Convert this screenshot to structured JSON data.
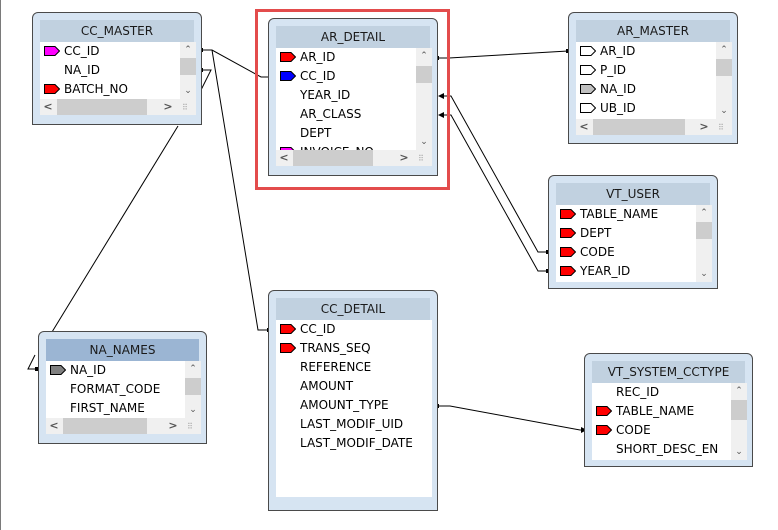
{
  "tables": {
    "cc_master": {
      "title": "CC_MASTER",
      "columns": [
        {
          "name": "CC_ID",
          "key": "primary-magenta"
        },
        {
          "name": "NA_ID",
          "key": "none"
        },
        {
          "name": "BATCH_NO",
          "key": "primary-red"
        }
      ]
    },
    "ar_detail": {
      "title": "AR_DETAIL",
      "selected": true,
      "columns": [
        {
          "name": "AR_ID",
          "key": "primary-red"
        },
        {
          "name": "CC_ID",
          "key": "foreign-blue"
        },
        {
          "name": "YEAR_ID",
          "key": "none"
        },
        {
          "name": "AR_CLASS",
          "key": "none"
        },
        {
          "name": "DEPT",
          "key": "none"
        },
        {
          "name": "INVOICE_NO",
          "key": "primary-magenta"
        }
      ]
    },
    "ar_master": {
      "title": "AR_MASTER",
      "columns": [
        {
          "name": "AR_ID",
          "key": "outline-white"
        },
        {
          "name": "P_ID",
          "key": "outline-white"
        },
        {
          "name": "NA_ID",
          "key": "outline-gray"
        },
        {
          "name": "UB_ID",
          "key": "outline-white"
        }
      ]
    },
    "vt_user": {
      "title": "VT_USER",
      "columns": [
        {
          "name": "TABLE_NAME",
          "key": "primary-red"
        },
        {
          "name": "DEPT",
          "key": "primary-red"
        },
        {
          "name": "CODE",
          "key": "primary-red"
        },
        {
          "name": "YEAR_ID",
          "key": "primary-red"
        }
      ]
    },
    "na_names": {
      "title": "NA_NAMES",
      "columns": [
        {
          "name": "NA_ID",
          "key": "dark-gray"
        },
        {
          "name": "FORMAT_CODE",
          "key": "none"
        },
        {
          "name": "FIRST_NAME",
          "key": "none"
        }
      ]
    },
    "cc_detail": {
      "title": "CC_DETAIL",
      "columns": [
        {
          "name": "CC_ID",
          "key": "primary-red"
        },
        {
          "name": "TRANS_SEQ",
          "key": "primary-red"
        },
        {
          "name": "REFERENCE",
          "key": "none"
        },
        {
          "name": "AMOUNT",
          "key": "none"
        },
        {
          "name": "AMOUNT_TYPE",
          "key": "none"
        },
        {
          "name": "LAST_MODIF_UID",
          "key": "none"
        },
        {
          "name": "LAST_MODIF_DATE",
          "key": "none"
        }
      ]
    },
    "vt_system_cctype": {
      "title": "VT_SYSTEM_CCTYPE",
      "columns": [
        {
          "name": "REC_ID",
          "key": "none"
        },
        {
          "name": "TABLE_NAME",
          "key": "primary-red"
        },
        {
          "name": "CODE",
          "key": "primary-red"
        },
        {
          "name": "SHORT_DESC_EN",
          "key": "none"
        }
      ]
    }
  },
  "key_colors": {
    "primary-red": "#ff0000",
    "primary-magenta": "#ff00ff",
    "foreign-blue": "#0000ff",
    "outline-white": "#ffffff",
    "outline-gray": "#c0c0c0",
    "dark-gray": "#808080"
  },
  "selection_color": "#e34c4c",
  "scroll_glyphs": {
    "up": "⌃",
    "down": "⌄",
    "left": "<",
    "right": ">",
    "grip": "⠿"
  }
}
